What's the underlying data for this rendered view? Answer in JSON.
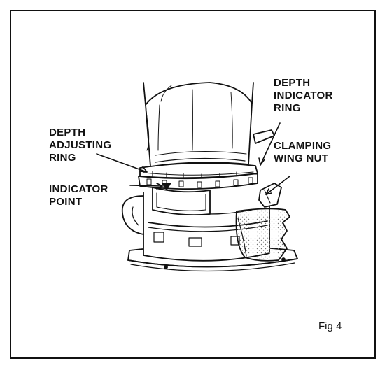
{
  "figure": {
    "caption": "Fig 4",
    "labels": {
      "depth_indicator_ring": [
        "DEPTH",
        "INDICATOR",
        "RING"
      ],
      "depth_adjusting_ring": [
        "DEPTH",
        "ADJUSTING",
        "RING"
      ],
      "clamping_wing_nut": [
        "CLAMPING",
        "WING NUT"
      ],
      "indicator_point": [
        "INDICATOR",
        "POINT"
      ]
    }
  },
  "colors": {
    "ink": "#111111",
    "paper": "#ffffff",
    "stipple": "#777777"
  }
}
